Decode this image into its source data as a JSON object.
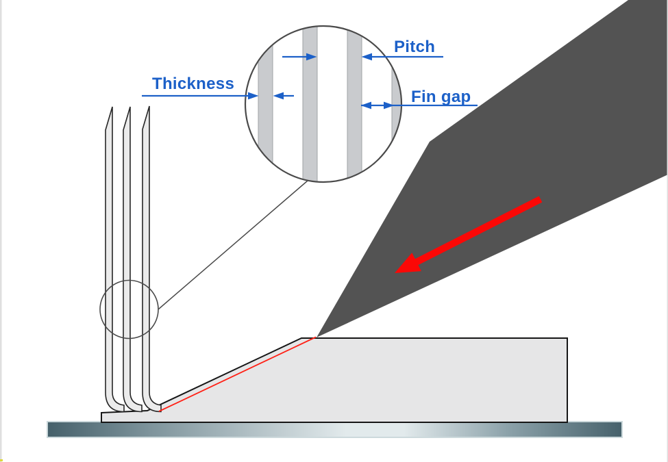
{
  "annotations": {
    "thickness": "Thickness",
    "pitch": "Pitch",
    "fin_gap": "Fin gap"
  },
  "colors": {
    "background": "#ffffff",
    "blue": "#1c60c8",
    "red": "#fb0806",
    "cut_red": "#ff2015",
    "blade_gray": "#535353",
    "block_fill": "#e6e6e7",
    "block_stroke": "#161616",
    "fin_fill": "#ebebeb",
    "fin_stroke": "#262626",
    "stripe_fill": "#c9cbce",
    "stripe_stroke": "#a0a3a6",
    "circle_stroke": "#4a4a4a",
    "plate_dark": "#45606a",
    "plate_mid": "#7e949c",
    "plate_light": "#e2eaec",
    "plate_mid2": "#8ca2aa",
    "plate_end": "#46616b",
    "plate_border": "#ccd9dc",
    "page_border": "#dfdfdf",
    "marker_yellow": "#ddd83a"
  }
}
